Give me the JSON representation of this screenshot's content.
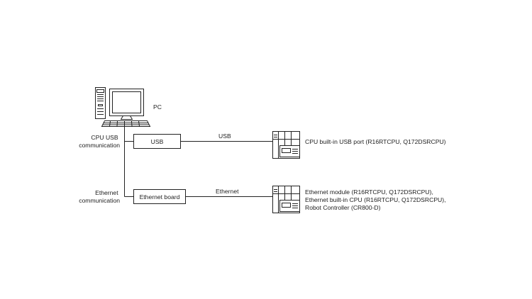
{
  "diagram": {
    "pc_label": "PC",
    "connections": [
      {
        "side_label_lines": [
          "CPU USB",
          "communication"
        ],
        "box_label": "USB",
        "line_label": "USB",
        "device_label_lines": [
          "CPU built-in USB port (R16RTCPU, Q172DSRCPU)"
        ]
      },
      {
        "side_label_lines": [
          "Ethernet",
          "communication"
        ],
        "box_label": "Ethernet board",
        "line_label": "Ethernet",
        "device_label_lines": [
          "Ethernet module (R16RTCPU, Q172DSRCPU),",
          "Ethernet built-in CPU  (R16RTCPU, Q172DSRCPU),",
          "Robot Controller (CR800-D)"
        ]
      }
    ],
    "colors": {
      "stroke": "#222222",
      "text": "#222222",
      "background": "#ffffff"
    }
  }
}
